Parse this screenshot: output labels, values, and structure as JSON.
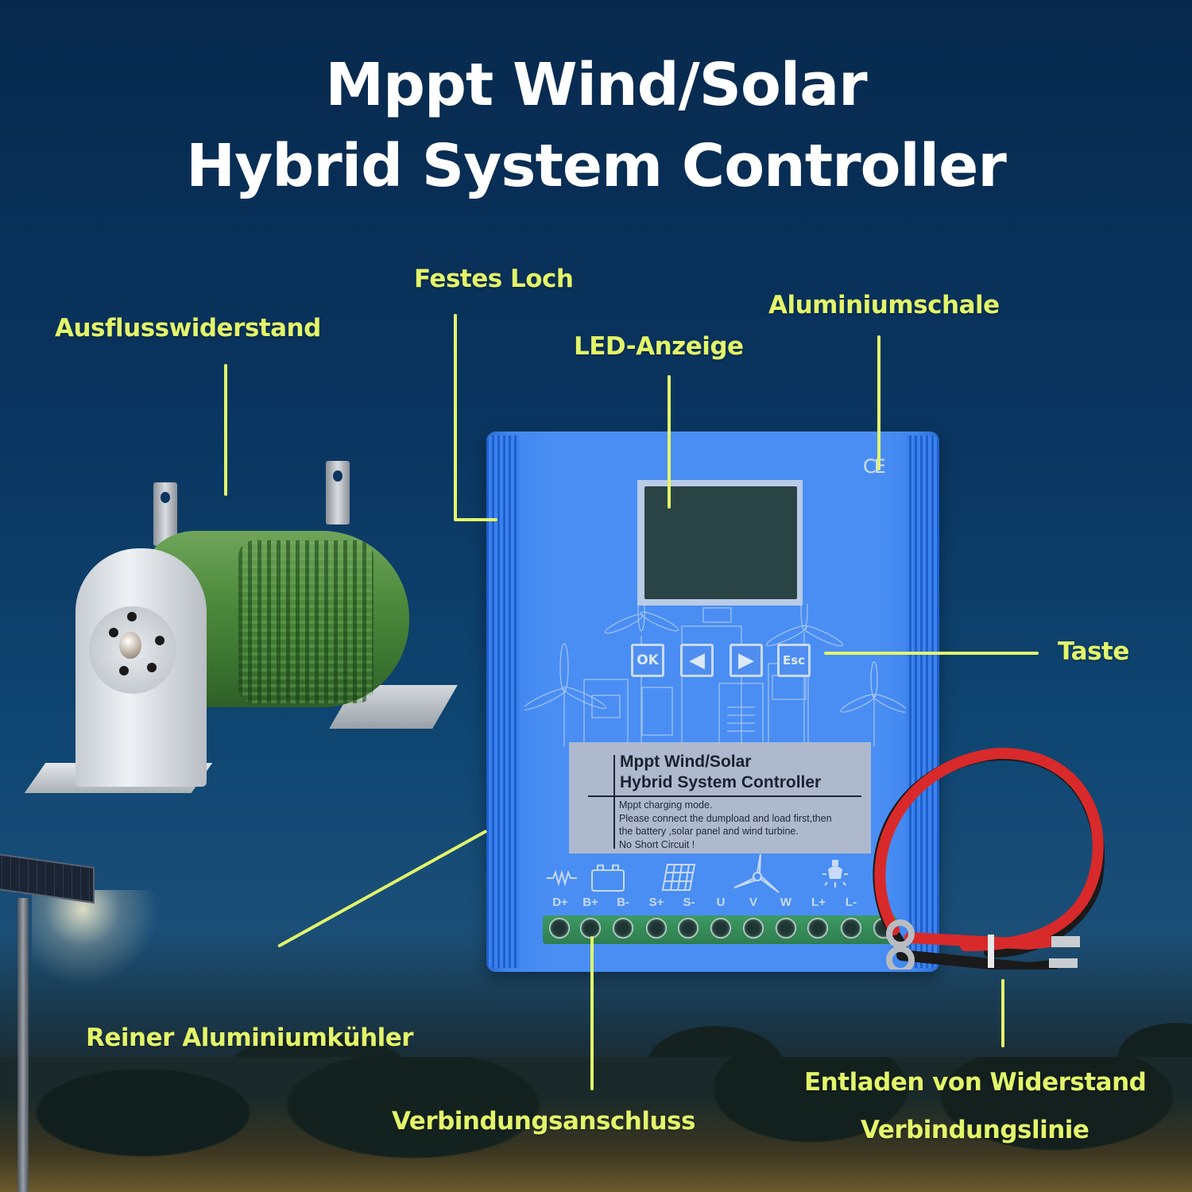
{
  "title": {
    "line1": "Mppt  Wind/Solar",
    "line2": "Hybrid System Controller"
  },
  "callouts": {
    "festes_loch": "Festes Loch",
    "ausflusswiderstand": "Ausflusswiderstand",
    "aluminiumschale": "Aluminiumschale",
    "led_anzeige": "LED-Anzeige",
    "taste": "Taste",
    "reiner_aluminiumkuehler": "Reiner Aluminiumkühler",
    "verbindungsanschluss": "Verbindungsanschluss",
    "entladen_line1": "Entladen von Widerstand",
    "entladen_line2": "Verbindungslinie"
  },
  "controller": {
    "ce_mark": "CE",
    "buttons": [
      {
        "label": "OK",
        "icon": "ok"
      },
      {
        "label": "◀",
        "icon": "arrow-left"
      },
      {
        "label": "▶",
        "icon": "arrow-right"
      },
      {
        "label": "Esc",
        "icon": "esc"
      }
    ],
    "nameplate": {
      "title_line1": "Mppt Wind/Solar",
      "title_line2": "Hybrid System Controller",
      "body_line1": "Mppt charging mode.",
      "body_line2": "Please connect the dumpload and load first,then",
      "body_line3": "the battery ,solar panel and wind turbine.",
      "body_line4": "No Short Circuit !"
    },
    "terminal_icons": [
      "resistor-icon",
      "battery-icon",
      "solar-panel-icon",
      "wind-turbine-icon",
      "light-bulb-icon"
    ],
    "terminals": [
      "D+",
      "B+",
      "B-",
      "S+",
      "S-",
      "U",
      "V",
      "W",
      "L+",
      "L-"
    ]
  },
  "colors": {
    "callout": "#e3f56a",
    "title": "#ffffff",
    "background": "#0a3560",
    "controller_blue": "#4a8ef3",
    "terminal_green": "#2e7d4f"
  }
}
